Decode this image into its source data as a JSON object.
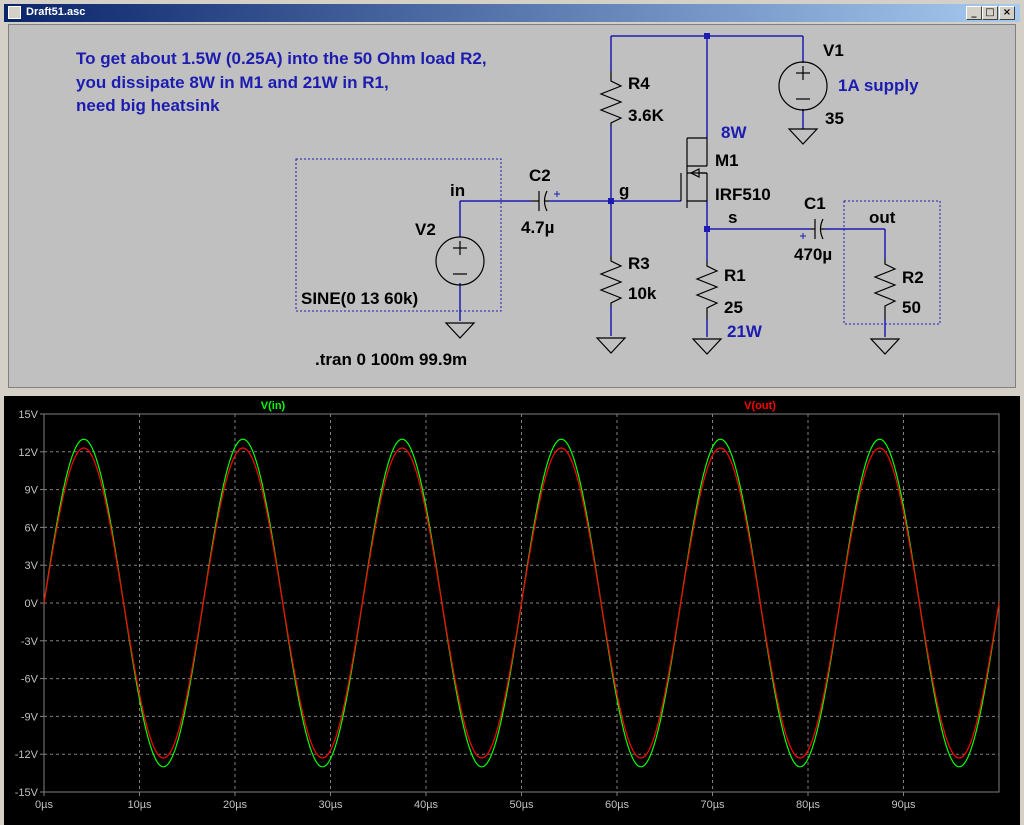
{
  "window": {
    "title": "Draft51.asc"
  },
  "schematic": {
    "note_lines": [
      "To get about 1.5W (0.25A) into the 50 Ohm load R2,",
      "you dissipate 8W in M1 and 21W in R1,",
      "need big heatsink"
    ],
    "components": {
      "V1": {
        "ref": "V1",
        "value": "35",
        "note": "1A supply"
      },
      "V2": {
        "ref": "V2",
        "value": "SINE(0 13 60k)"
      },
      "R4": {
        "ref": "R4",
        "value": "3.6K"
      },
      "R3": {
        "ref": "R3",
        "value": "10k"
      },
      "R1": {
        "ref": "R1",
        "value": "25",
        "note": "21W"
      },
      "R2": {
        "ref": "R2",
        "value": "50"
      },
      "C1": {
        "ref": "C1",
        "value": "470µ"
      },
      "C2": {
        "ref": "C2",
        "value": "4.7µ"
      },
      "M1": {
        "ref": "M1",
        "value": "IRF510",
        "note": "8W"
      }
    },
    "net_labels": {
      "in": "in",
      "g": "g",
      "s": "s",
      "out": "out"
    },
    "directive": ".tran 0 100m 99.9m"
  },
  "waveform": {
    "legend": [
      {
        "name": "V(in)",
        "color": "#00ff00"
      },
      {
        "name": "V(out)",
        "color": "#ff0000"
      }
    ],
    "colors": {
      "background": "#000000",
      "grid": "#808080",
      "axis_text": "#c0c0c0"
    },
    "y_ticks": [
      "15V",
      "12V",
      "9V",
      "6V",
      "3V",
      "0V",
      "-3V",
      "-6V",
      "-9V",
      "-12V",
      "-15V"
    ],
    "x_ticks": [
      "0µs",
      "10µs",
      "20µs",
      "30µs",
      "40µs",
      "50µs",
      "60µs",
      "70µs",
      "80µs",
      "90µs"
    ]
  },
  "chart_data": {
    "type": "line",
    "xlabel": "",
    "ylabel": "",
    "xlim": [
      0,
      100
    ],
    "ylim": [
      -15,
      15
    ],
    "grid": true,
    "legend_position": "top",
    "x_unit": "µs",
    "y_unit": "V",
    "series": [
      {
        "name": "V(in)",
        "color": "#00ff00",
        "shape": "sine",
        "amplitude": 13,
        "frequency_khz": 60,
        "phase_deg": 0
      },
      {
        "name": "V(out)",
        "color": "#ff0000",
        "shape": "sine",
        "amplitude": 12.3,
        "frequency_khz": 60,
        "phase_deg": 0
      }
    ]
  }
}
